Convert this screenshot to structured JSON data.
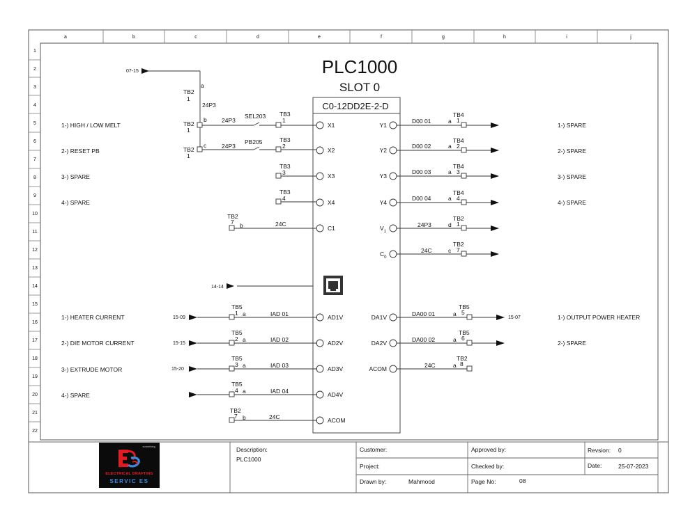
{
  "title": "PLC1000",
  "slot": "SLOT  0",
  "module": "C0-12DD2E-2-D",
  "grid": {
    "cols": [
      "a",
      "b",
      "c",
      "d",
      "e",
      "f",
      "g",
      "h",
      "i",
      "j"
    ],
    "rows": [
      "1",
      "2",
      "3",
      "4",
      "5",
      "6",
      "7",
      "8",
      "9",
      "10",
      "11",
      "12",
      "13",
      "14",
      "15",
      "16",
      "17",
      "18",
      "19",
      "20",
      "21",
      "22"
    ]
  },
  "refs": {
    "top_in": "07-15",
    "net_in": "14-14",
    "ad1_in": "15-09",
    "ad2_in": "15-15",
    "ad3_in": "15-20",
    "da1_out": "15-07"
  },
  "labels": {
    "tb2": "TB2",
    "tb3": "TB3",
    "tb4": "TB4",
    "tb5": "TB5",
    "one": "1",
    "two": "2",
    "three": "3",
    "four": "4",
    "five": "5",
    "six": "6",
    "seven": "7",
    "eight": "8",
    "a": "a",
    "b": "b",
    "c": "c",
    "d": "d",
    "p24": "24P3",
    "c24": "24C",
    "sel203": "SEL203",
    "pb205": "PB205"
  },
  "inputs": {
    "x1": "X1",
    "x2": "X2",
    "x3": "X3",
    "x4": "X4",
    "c1": "C1",
    "ad1": "AD1V",
    "ad2": "AD2V",
    "ad3": "AD3V",
    "ad4": "AD4V",
    "acom": "ACOM"
  },
  "outputs": {
    "y1": "Y1",
    "y2": "Y2",
    "y3": "Y3",
    "y4": "Y4",
    "v1_main": "V",
    "v1_sub": "1",
    "c0_main": "C",
    "c0_sub": "0",
    "da1": "DA1V",
    "da2": "DA2V",
    "acom": "ACOM"
  },
  "wires": {
    "d01": "D00 01",
    "d02": "D00 02",
    "d03": "D00 03",
    "d04": "D00 04",
    "iad1": "IAD 01",
    "iad2": "IAD 02",
    "iad3": "IAD 03",
    "iad4": "IAD 04",
    "da01": "DA00 01",
    "da02": "DA00 02"
  },
  "left_desc": {
    "r1": "1-) HIGH / LOW MELT",
    "r2": "2-) RESET PB",
    "r3": "3-) SPARE",
    "r4": "4-) SPARE",
    "a1": "1-) HEATER CURRENT",
    "a2": "2-) DIE MOTOR CURRENT",
    "a3": "3-) EXTRUDE MOTOR",
    "a4": "4-) SPARE"
  },
  "right_desc": {
    "r1": "1-) SPARE",
    "r2": "2-) SPARE",
    "r3": "3-) SPARE",
    "r4": "4-) SPARE",
    "a1": "1-) OUTPUT POWER HEATER",
    "a2": "2-) SPARE"
  },
  "title_block": {
    "description_label": "Description:",
    "description_value": "PLC1000",
    "customer_label": "Customer:",
    "project_label": "Project:",
    "drawn_label": "Drawn by:",
    "drawn_value": "Mahmood",
    "approved_label": "Approved by:",
    "checked_label": "Checked by:",
    "page_label": "Page No:",
    "page_value": "08",
    "revision_label": "Revsion:",
    "revision_value": "0",
    "date_label": "Date:",
    "date_value": "25-07-2023"
  },
  "logo": {
    "tiny": "something",
    "line1": "ELECTRICAL DRAFTING",
    "line2": "SERVIC ES"
  }
}
